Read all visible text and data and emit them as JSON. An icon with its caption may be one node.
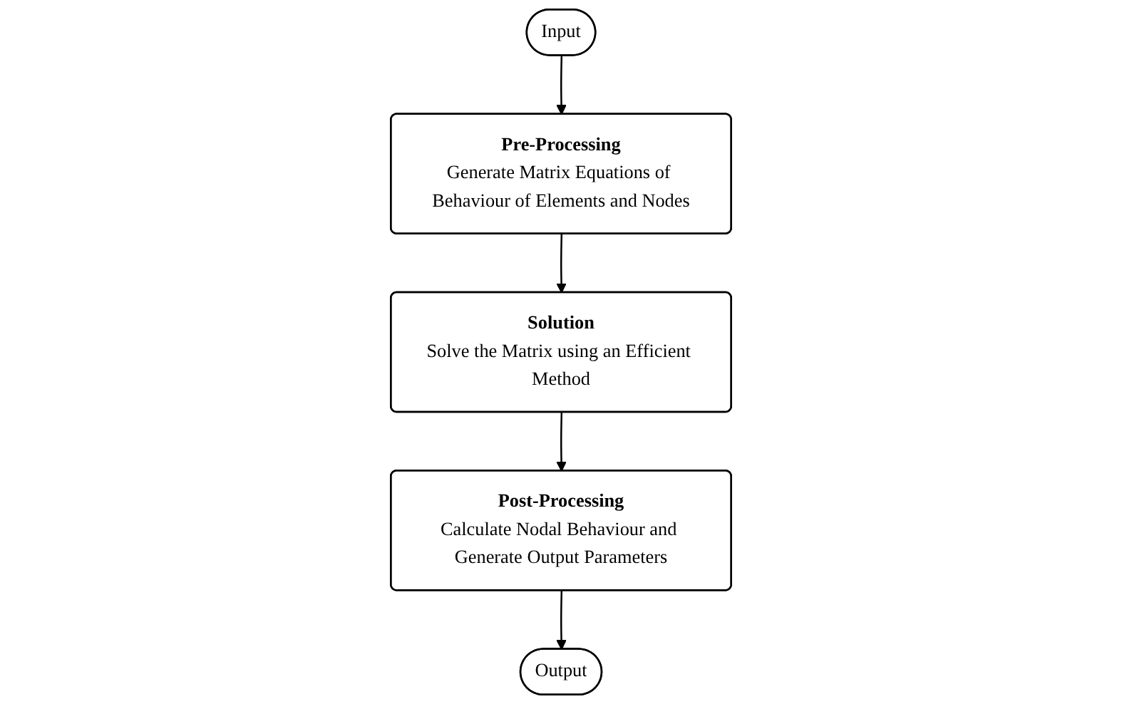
{
  "diagram": {
    "nodes": [
      {
        "text": [
          "Input"
        ]
      },
      {
        "text": [
          "Pre-Processing",
          "Generate Matrix Equations of Behaviour of Elements and Nodes"
        ]
      },
      {
        "text": [
          "Solution",
          "Solve the Matrix using an Efficient Method"
        ]
      },
      {
        "text": [
          "Post-Processing",
          "Calculate Nodal Behaviour and Generate Output Parameters"
        ]
      },
      {
        "text": [
          "Output"
        ]
      }
    ],
    "edges": [
      {
        "from": 0,
        "to": 1,
        "arrow": "to"
      },
      {
        "from": 1,
        "to": 2,
        "arrow": "to"
      },
      {
        "from": 2,
        "to": 3,
        "arrow": "to"
      },
      {
        "from": 3,
        "to": 4,
        "arrow": "to"
      }
    ]
  }
}
